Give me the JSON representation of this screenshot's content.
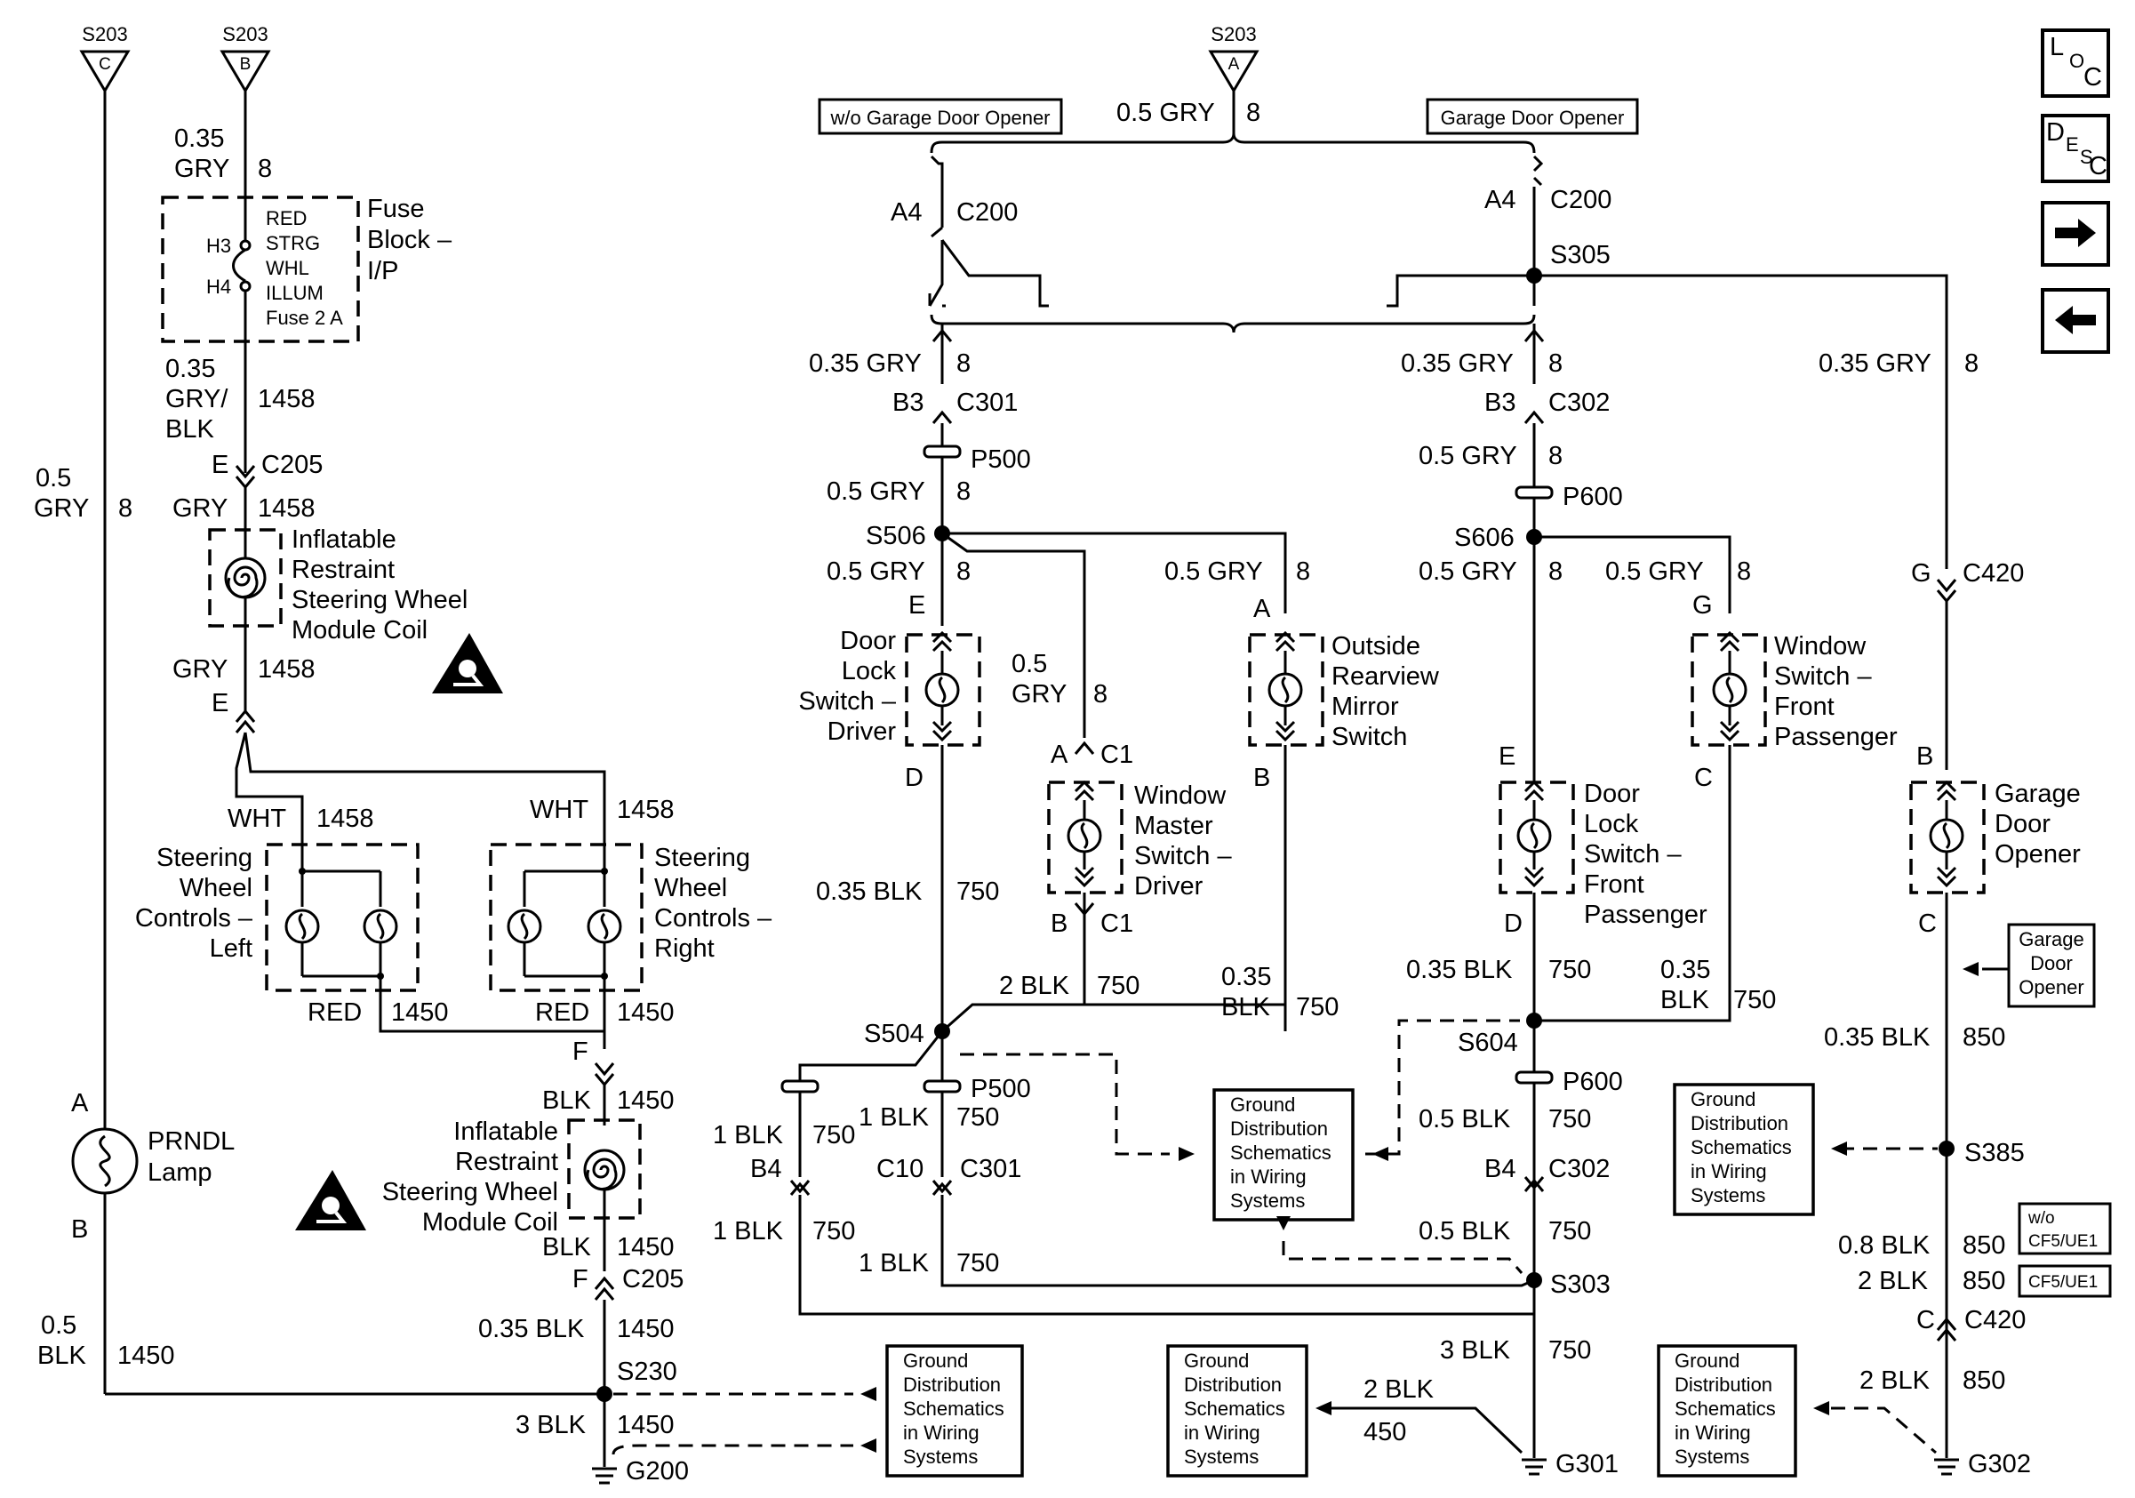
{
  "diagram": {
    "offpage": {
      "s203c": {
        "ref": "S203",
        "letter": "C"
      },
      "s203b": {
        "ref": "S203",
        "letter": "B"
      },
      "s203a": {
        "ref": "S203",
        "letter": "A"
      }
    },
    "left": {
      "w035gry": {
        "size": "0.35",
        "color": "GRY",
        "circuit": "8"
      },
      "fuse_block": {
        "title1": "Fuse",
        "title2": "Block –",
        "title3": "I/P",
        "pin_h3": "H3",
        "pin_h4": "H4",
        "desc1": "RED",
        "desc2": "STRG",
        "desc3": "WHL",
        "desc4": "ILLUM",
        "desc5": "Fuse 2 A"
      },
      "w_gryblk": {
        "size": "0.35",
        "color1": "GRY/",
        "color2": "BLK",
        "circuit": "1458"
      },
      "c205_top": {
        "pin": "E",
        "conn": "C205"
      },
      "w_gry1458_a": {
        "color": "GRY",
        "circuit": "1458"
      },
      "coil_top": {
        "l1": "Inflatable",
        "l2": "Restraint",
        "l3": "Steering Wheel",
        "l4": "Module Coil"
      },
      "w_gry1458_b": {
        "color": "GRY",
        "circuit": "1458"
      },
      "pin_e": "E",
      "w_wht_left": {
        "color": "WHT",
        "circuit": "1458"
      },
      "w_wht_right": {
        "color": "WHT",
        "circuit": "1458"
      },
      "swc_left": {
        "l1": "Steering",
        "l2": "Wheel",
        "l3": "Controls –",
        "l4": "Left"
      },
      "swc_right": {
        "l1": "Steering",
        "l2": "Wheel",
        "l3": "Controls –",
        "l4": "Right"
      },
      "w_red_left": {
        "color": "RED",
        "circuit": "1450"
      },
      "w_red_right": {
        "color": "RED",
        "circuit": "1450"
      },
      "pin_f": "F",
      "w_blk1450_a": {
        "color": "BLK",
        "circuit": "1450"
      },
      "coil_bottom": {
        "l1": "Inflatable",
        "l2": "Restraint",
        "l3": "Steering Wheel",
        "l4": "Module Coil"
      },
      "w_blk1450_b": {
        "color": "BLK",
        "circuit": "1450"
      },
      "c205_bottom": {
        "pin": "F",
        "conn": "C205"
      },
      "w_035blk1450": {
        "size": "0.35 BLK",
        "circuit": "1450"
      },
      "s230": "S230",
      "w_3blk1450": {
        "size": "3 BLK",
        "circuit": "1450"
      },
      "g200": "G200",
      "w05gry8": {
        "size": "0.5",
        "color": "GRY",
        "circuit": "8"
      },
      "prndl": {
        "pin_a": "A",
        "pin_b": "B",
        "l1": "PRNDL",
        "l2": "Lamp"
      },
      "w05blk1450": {
        "size": "0.5",
        "color": "BLK",
        "circuit": "1450"
      }
    },
    "center": {
      "top_wire": {
        "label": "0.5 GRY",
        "circuit": "8"
      },
      "opt_without": "w/o Garage Door Opener",
      "opt_with": "Garage Door Opener",
      "c200_left": {
        "pin": "A4",
        "conn": "C200"
      },
      "c200_right": {
        "pin": "A4",
        "conn": "C200"
      },
      "s305": "S305",
      "w_left_035": {
        "label": "0.35 GRY",
        "circuit": "8"
      },
      "c301": {
        "pin": "B3",
        "conn": "C301"
      },
      "p500_top": "P500",
      "w_left_05": {
        "label": "0.5 GRY",
        "circuit": "8"
      },
      "s506": "S506",
      "w_s506_a": {
        "label": "0.5 GRY",
        "circuit": "8"
      },
      "w_s506_b": {
        "label": "0.5 GRY",
        "circuit": "8"
      },
      "w_s506_c": {
        "l1": "0.5",
        "l2": "GRY",
        "circuit": "8"
      },
      "door_lock_driver": {
        "pin_top": "E",
        "pin_bot": "D",
        "l1": "Door",
        "l2": "Lock",
        "l3": "Switch –",
        "l4": "Driver"
      },
      "mirror": {
        "pin_top": "A",
        "pin_bot": "B",
        "l1": "Outside",
        "l2": "Rearview",
        "l3": "Mirror",
        "l4": "Switch"
      },
      "window_master": {
        "pin_top": "A",
        "conn_top": "C1",
        "pin_bot": "B",
        "conn_bot": "C1",
        "l1": "Window",
        "l2": "Master",
        "l3": "Switch –",
        "l4": "Driver"
      },
      "w_035blk750_a": {
        "label": "0.35 BLK",
        "circuit": "750"
      },
      "w_2blk750": {
        "label": "2 BLK",
        "circuit": "750"
      },
      "w_035blk750_b": {
        "l1": "0.35",
        "l2": "BLK",
        "circuit": "750"
      },
      "s504": "S504",
      "p500_bot": "P500",
      "w_1blk750_a": {
        "label": "1 BLK",
        "circuit": "750"
      },
      "w_1blk750_b": {
        "label": "1 BLK",
        "circuit": "750"
      },
      "c10": {
        "pin": "C10",
        "conn": "C301"
      },
      "b4_left": "B4",
      "w_1blk750_c": {
        "label": "1 BLK",
        "circuit": "750"
      },
      "w_1blk750_d": {
        "label": "1 BLK",
        "circuit": "750"
      },
      "gds_center": {
        "l1": "Ground",
        "l2": "Distribution",
        "l3": "Schematics",
        "l4": "in Wiring",
        "l5": "Systems"
      }
    },
    "right": {
      "w_035gry_a": {
        "label": "0.35 GRY",
        "circuit": "8"
      },
      "c302": {
        "pin": "B3",
        "conn": "C302"
      },
      "w_05gry_a": {
        "label": "0.5 GRY",
        "circuit": "8"
      },
      "p600_top": "P600",
      "s606": "S606",
      "w_05gry_b": {
        "label": "0.5 GRY",
        "circuit": "8"
      },
      "w_05gry_c": {
        "label": "0.5 GRY",
        "circuit": "8"
      },
      "window_passenger": {
        "pin_top": "G",
        "pin_bot": "C",
        "l1": "Window",
        "l2": "Switch –",
        "l3": "Front",
        "l4": "Passenger"
      },
      "door_lock_passenger": {
        "pin_top": "E",
        "pin_bot": "D",
        "l1": "Door",
        "l2": "Lock",
        "l3": "Switch –",
        "l4": "Front",
        "l5": "Passenger"
      },
      "w_035blk750": {
        "label": "0.35 BLK",
        "circuit": "750"
      },
      "w_035blk750_b": {
        "l1": "0.35",
        "l2": "BLK",
        "circuit": "750"
      },
      "s604": "S604",
      "p600_bot": "P600",
      "w_05blk750": {
        "label": "0.5 BLK",
        "circuit": "750"
      },
      "c302_b4": {
        "pin": "B4",
        "conn": "C302"
      },
      "w_05blk750_b": {
        "label": "0.5 BLK",
        "circuit": "750"
      },
      "s303": "S303",
      "w_3blk750": {
        "label": "3 BLK",
        "circuit": "750"
      },
      "w_2blk450": {
        "label": "2 BLK",
        "circuit": "450"
      },
      "g301": "G301",
      "gds_g301": {
        "l1": "Ground",
        "l2": "Distribution",
        "l3": "Schematics",
        "l4": "in Wiring",
        "l5": "Systems"
      },
      "w_035gry_far": {
        "label": "0.35 GRY",
        "circuit": "8"
      },
      "c420_top": {
        "pin": "G",
        "conn": "C420"
      },
      "garage": {
        "pin_top": "B",
        "pin_bot": "C",
        "l1": "Garage",
        "l2": "Door",
        "l3": "Opener"
      },
      "garage_ref": {
        "l1": "Garage",
        "l2": "Door",
        "l3": "Opener"
      },
      "w_035blk850": {
        "label": "0.35 BLK",
        "circuit": "850"
      },
      "s385": "S385",
      "gds_s385": {
        "l1": "Ground",
        "l2": "Distribution",
        "l3": "Schematics",
        "l4": "in Wiring",
        "l5": "Systems"
      },
      "w_08blk850": {
        "label": "0.8 BLK",
        "circuit": "850"
      },
      "opt_wo_cf5": {
        "l1": "w/o",
        "l2": "CF5/UE1"
      },
      "w_2blk850": {
        "label": "2 BLK",
        "circuit": "850"
      },
      "opt_cf5": "CF5/UE1",
      "c420_bot": {
        "pin": "C",
        "conn": "C420"
      },
      "w_2blk850_b": {
        "label": "2 BLK",
        "circuit": "850"
      },
      "g302": "G302",
      "gds_g302": {
        "l1": "Ground",
        "l2": "Distribution",
        "l3": "Schematics",
        "l4": "in Wiring",
        "l5": "Systems"
      },
      "gds_g200": {
        "l1": "Ground",
        "l2": "Distribution",
        "l3": "Schematics",
        "l4": "in Wiring",
        "l5": "Systems"
      }
    },
    "nav": {
      "loc": {
        "l": "L",
        "o": "O",
        "c": "C"
      },
      "desc": {
        "d": "D",
        "e": "E",
        "s": "S",
        "c": "C"
      },
      "next_icon": "arrow-right-icon",
      "prev_icon": "arrow-left-icon"
    }
  }
}
